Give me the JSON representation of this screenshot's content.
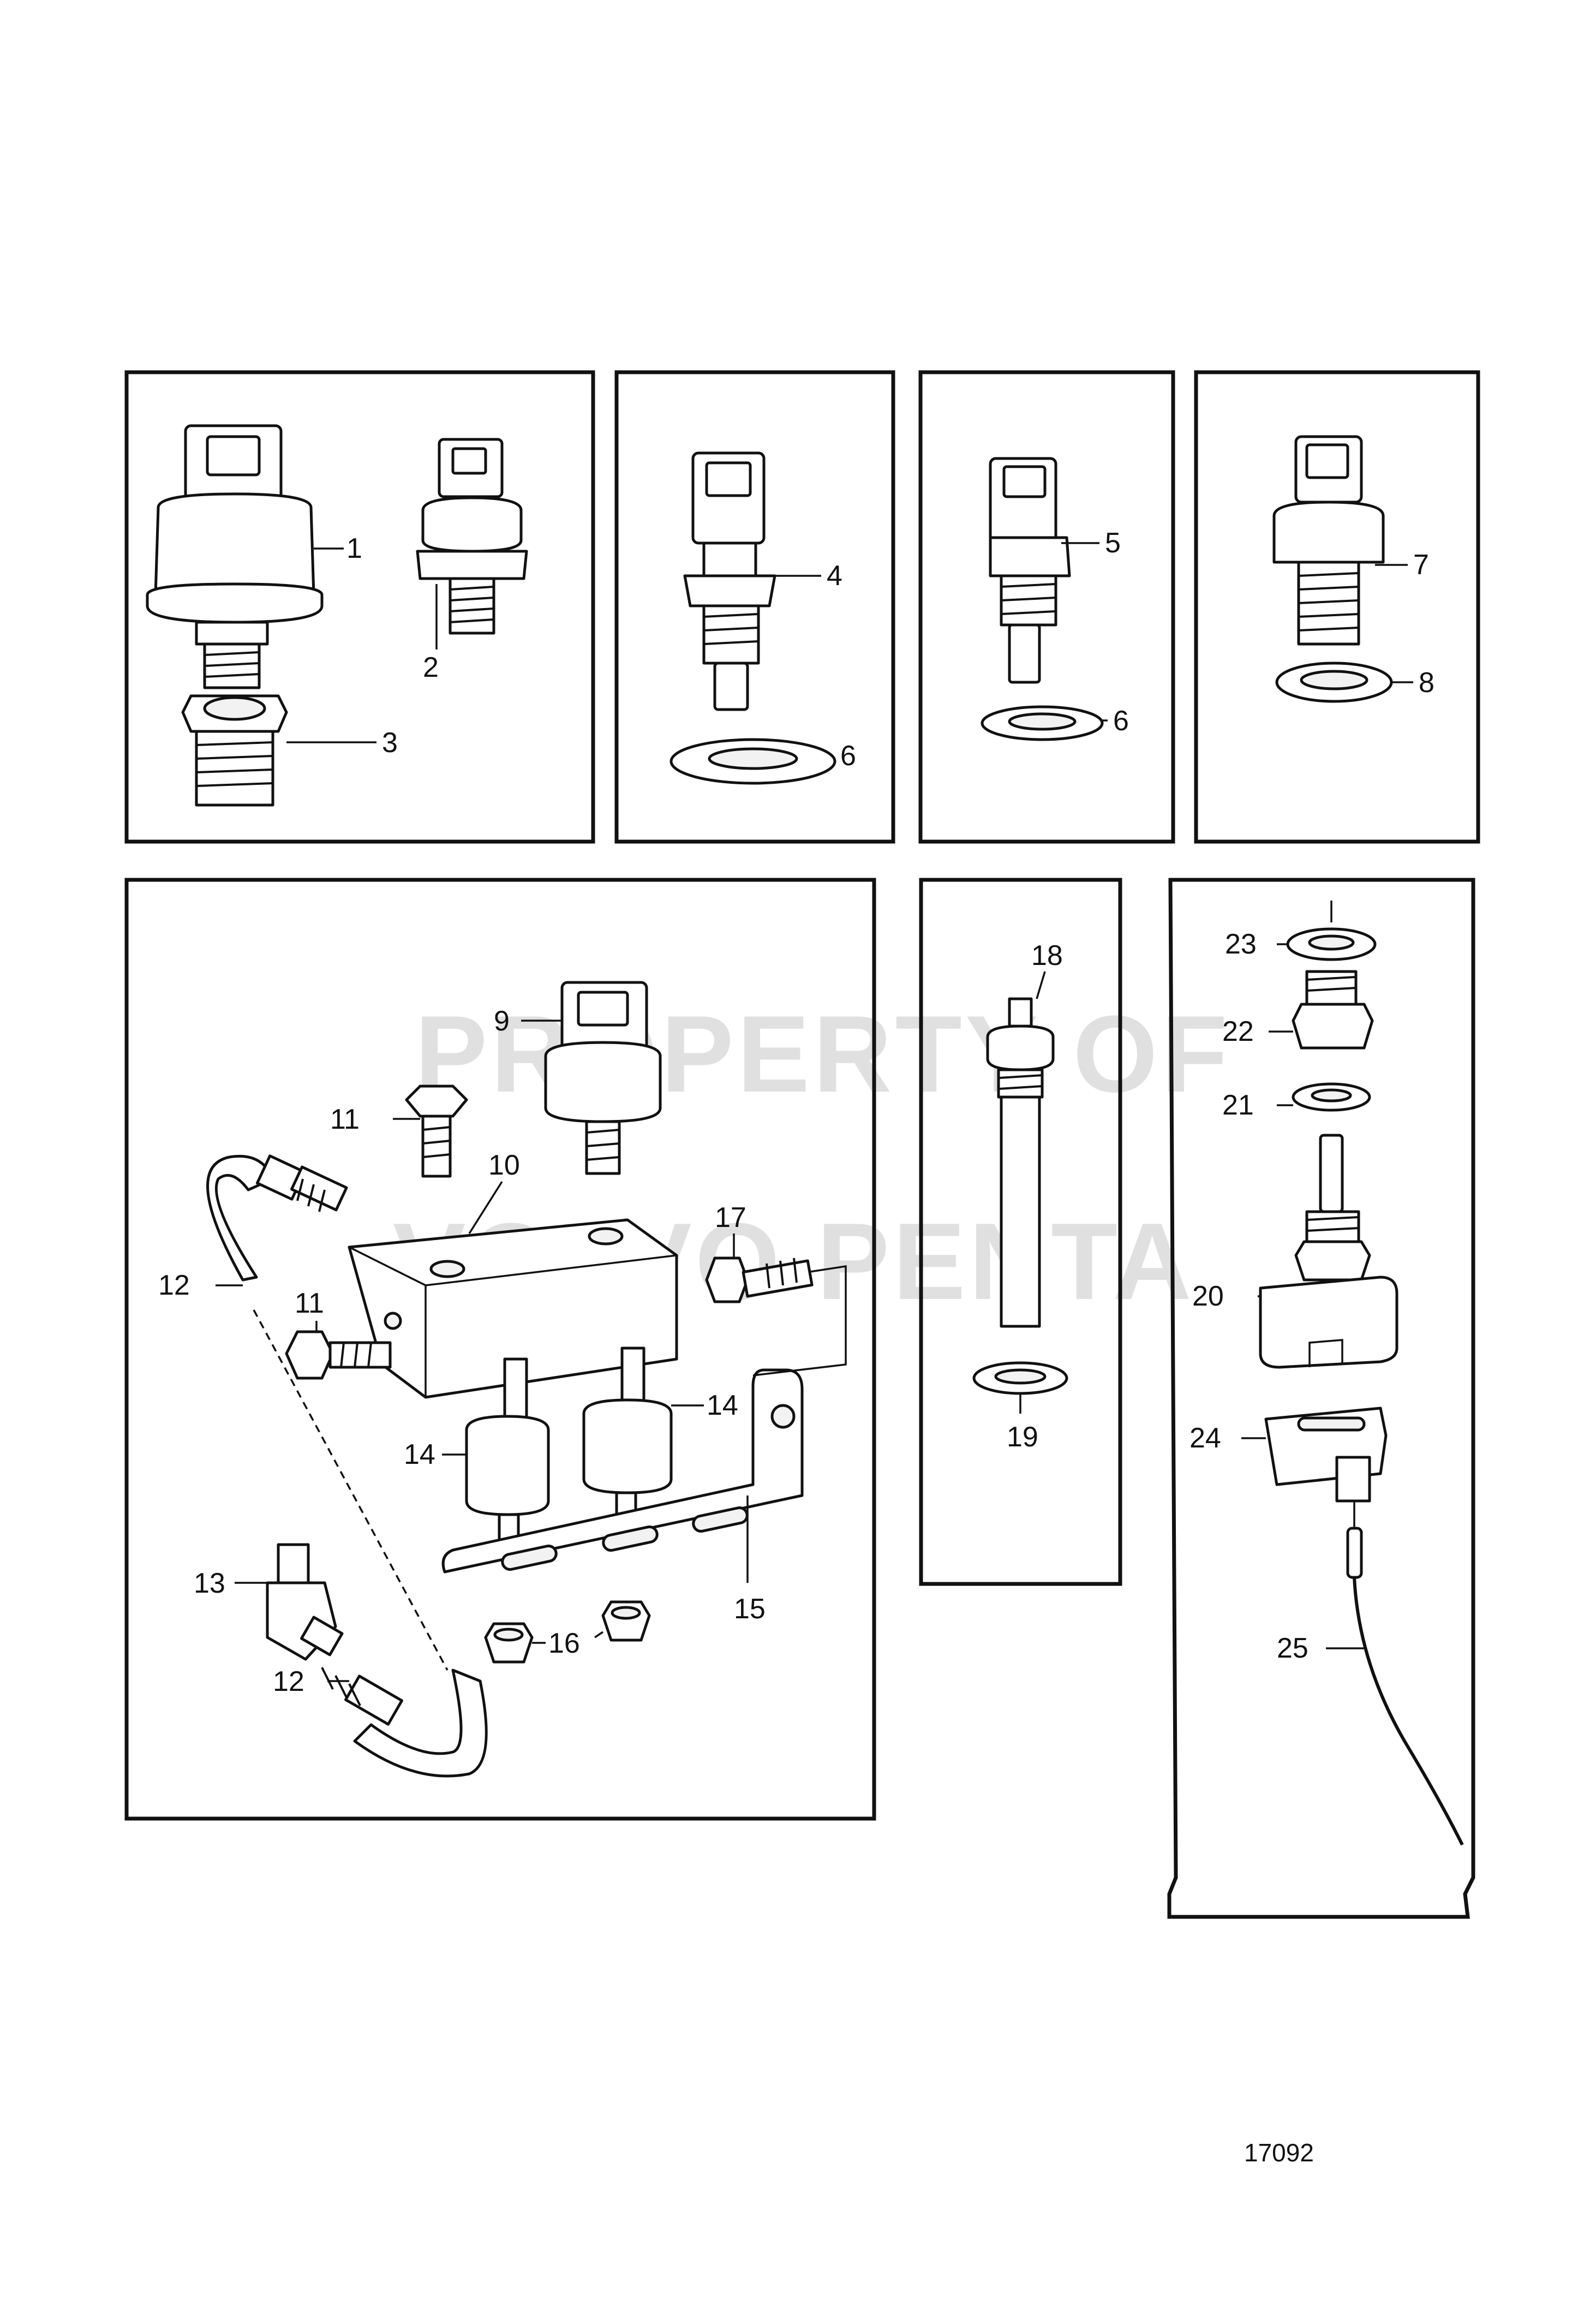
{
  "watermark": {
    "line1": "PROPERTY OF",
    "line2": "VOLVO PENTA"
  },
  "drawing_number": "17092",
  "callouts": {
    "c1": "1",
    "c2": "2",
    "c3": "3",
    "c4": "4",
    "c5": "5",
    "c6a": "6",
    "c6b": "6",
    "c7": "7",
    "c8": "8",
    "c9": "9",
    "c10": "10",
    "c11a": "11",
    "c11b": "11",
    "c12a": "12",
    "c12b": "12",
    "c13": "13",
    "c14a": "14",
    "c14b": "14",
    "c15": "15",
    "c16": "16",
    "c17": "17",
    "c18": "18",
    "c19": "19",
    "c20": "20",
    "c21": "21",
    "c22": "22",
    "c23": "23",
    "c24": "24",
    "c25": "25"
  }
}
